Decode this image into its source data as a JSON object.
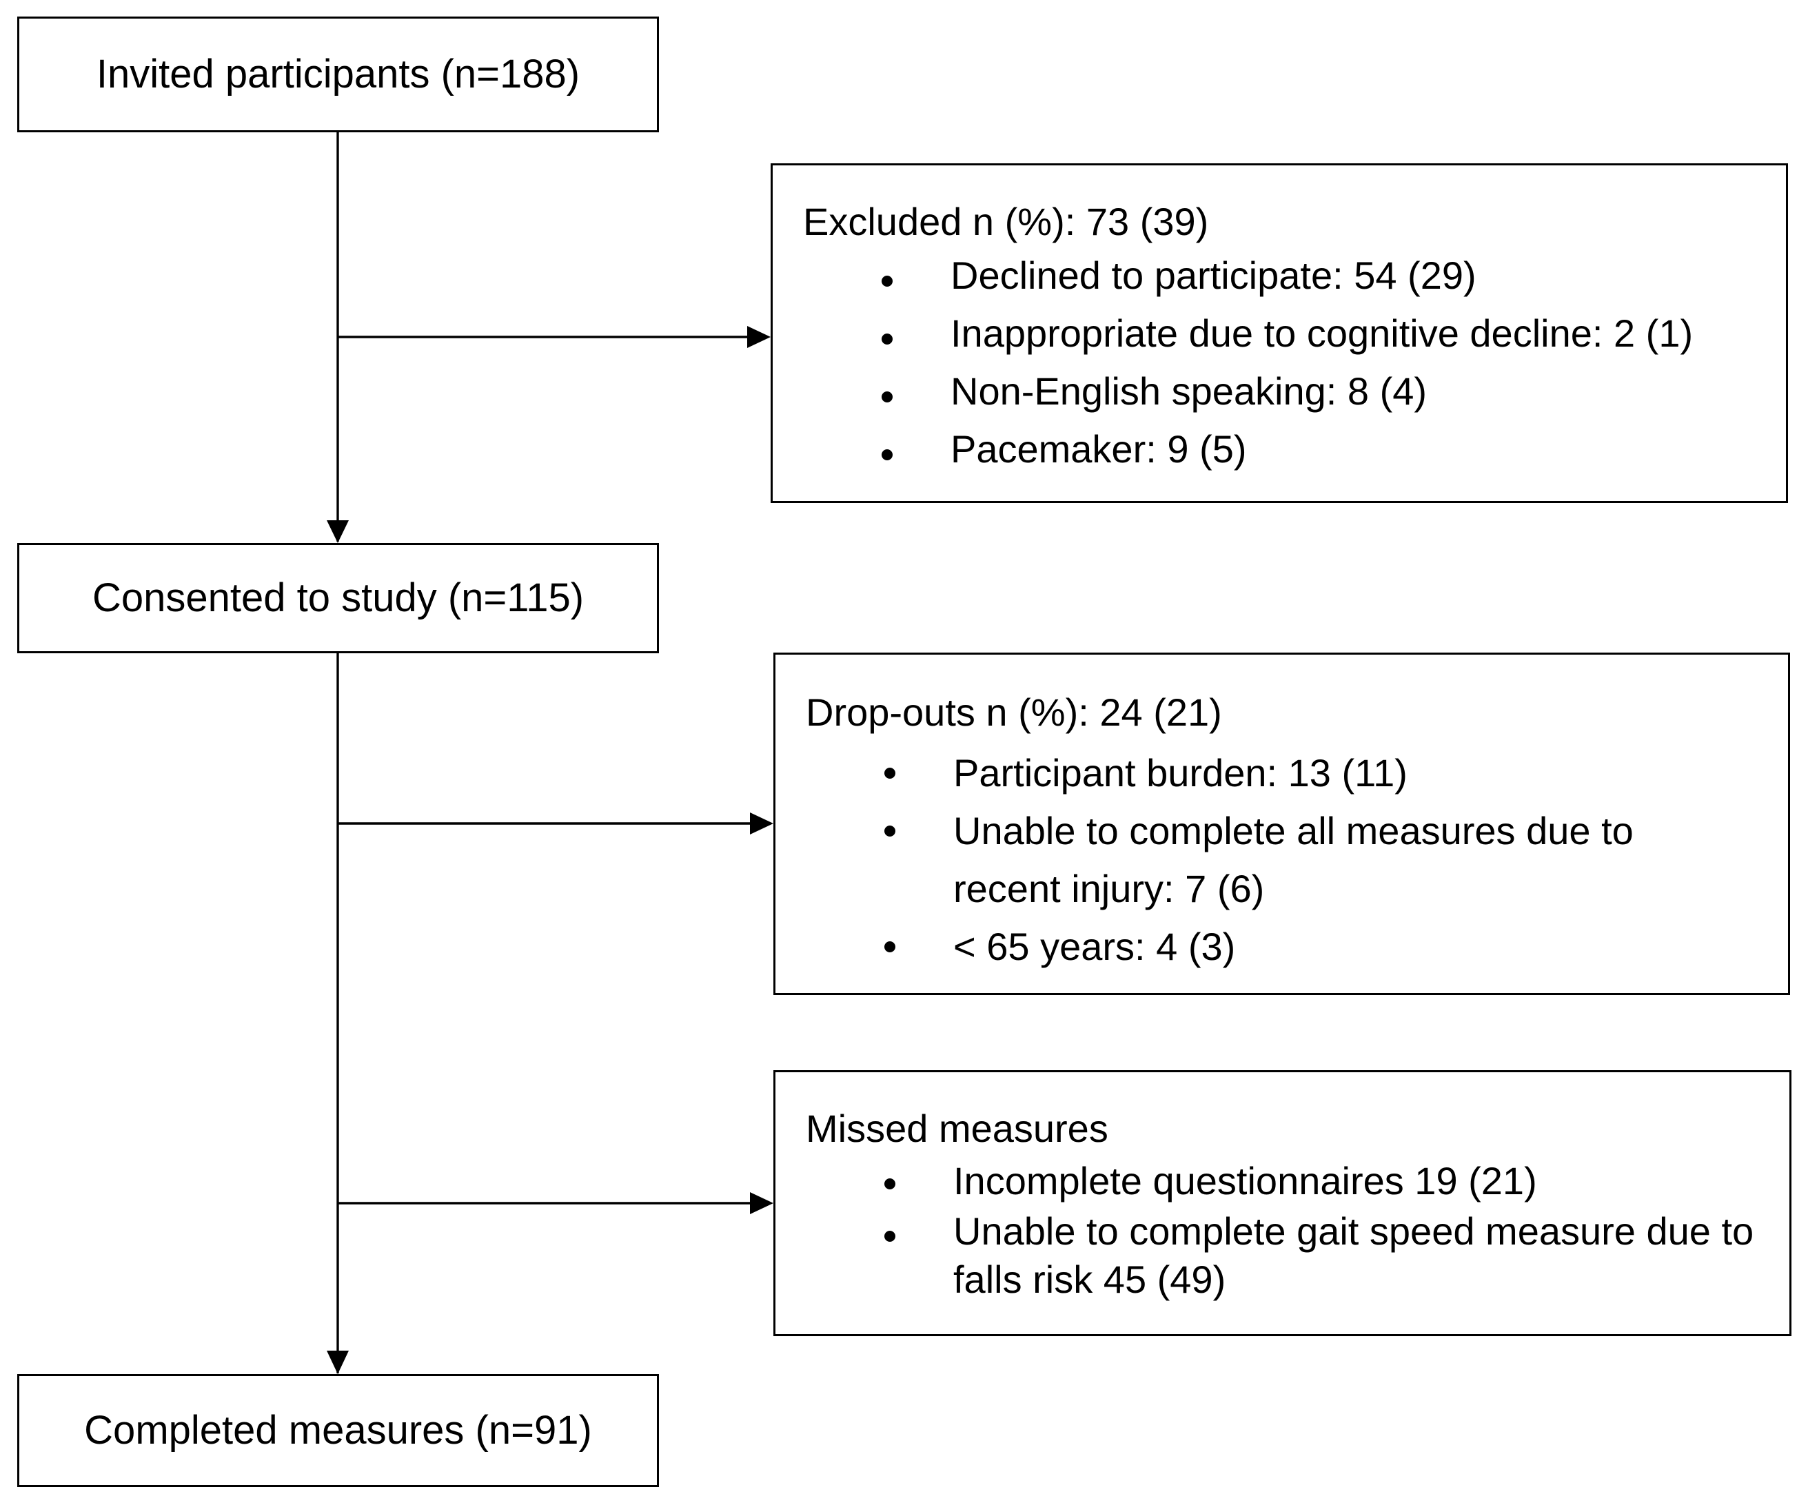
{
  "nodes": {
    "invited": {
      "label": "Invited participants (n=188)"
    },
    "consented": {
      "label": "Consented to study (n=115)"
    },
    "completed": {
      "label": "Completed measures (n=91)"
    }
  },
  "excluded": {
    "heading": "Excluded n (%): 73 (39)",
    "items": [
      "Declined to participate: 54 (29)",
      "Inappropriate due to cognitive decline: 2 (1)",
      "Non-English speaking: 8 (4)",
      "Pacemaker: 9 (5)"
    ]
  },
  "dropouts": {
    "heading": "Drop-outs n (%): 24 (21)",
    "items": [
      "Participant burden: 13 (11)",
      "Unable to complete all measures due to recent injury: 7 (6)",
      "< 65 years: 4 (3)"
    ]
  },
  "missed": {
    "heading": "Missed measures",
    "items": [
      "Incomplete questionnaires 19 (21)",
      "Unable to complete gait speed measure due to falls risk 45 (49)"
    ]
  },
  "colors": {
    "stroke": "#000000",
    "background": "#ffffff"
  }
}
